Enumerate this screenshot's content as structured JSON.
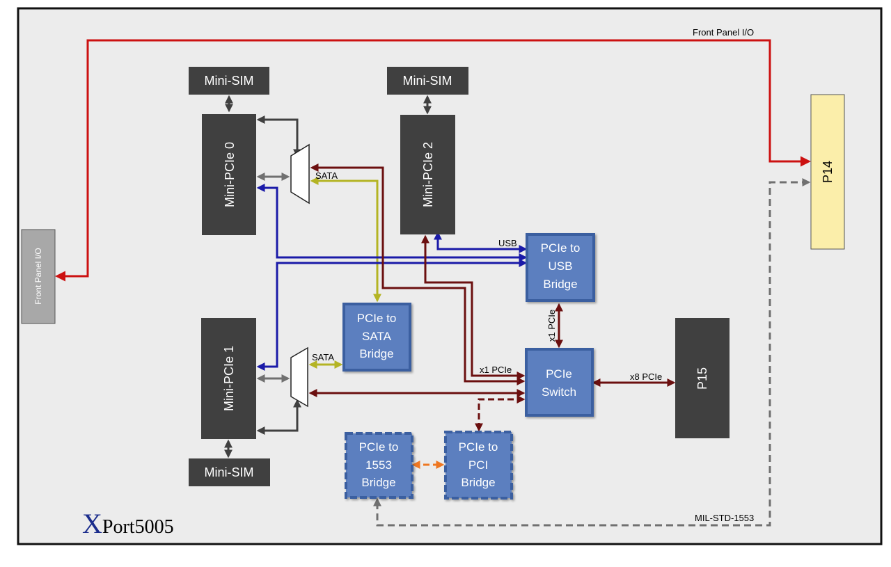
{
  "board": {
    "name_initial": "X",
    "name_rest": "Port5005"
  },
  "blocks": {
    "mini_sim_0": "Mini-SIM",
    "mini_sim_2": "Mini-SIM",
    "mini_sim_1": "Mini-SIM",
    "mini_pcie_0": "Mini-PCIe 0",
    "mini_pcie_1": "Mini-PCIe 1",
    "mini_pcie_2": "Mini-PCIe 2",
    "pcie_usb": [
      "PCIe to",
      "USB",
      "Bridge"
    ],
    "pcie_sata": [
      "PCIe to",
      "SATA",
      "Bridge"
    ],
    "pcie_switch": [
      "PCIe",
      "Switch"
    ],
    "pcie_1553": [
      "PCIe to",
      "1553",
      "Bridge"
    ],
    "pcie_pci": [
      "PCIe to",
      "PCI",
      "Bridge"
    ],
    "p14": "P14",
    "p15": "P15",
    "front_panel_left": "Front Panel I/O"
  },
  "labels": {
    "front_panel_top": "Front Panel I/O",
    "sata_upper": "SATA",
    "sata_lower": "SATA",
    "usb": "USB",
    "x1_pcie_vertical": "x1 PCIe",
    "x1_pcie_switch": "x1 PCIe",
    "x8_pcie": "x8 PCIe",
    "mil_std": "MIL-STD-1553"
  },
  "colors": {
    "background": "#ececec",
    "dark_block": "#404040",
    "bridge_fill": "#5b7fbf",
    "bridge_border": "#3b5fa0",
    "p14_fill": "#fbeeaa",
    "front_panel_red": "#cc1111",
    "pcie_dark_red": "#6b0f0f",
    "usb_blue": "#1a1aa8",
    "sata_olive": "#b4b424",
    "gray_link": "#707070",
    "orange_link": "#ee7722",
    "title_blue": "#1a2c8c"
  }
}
